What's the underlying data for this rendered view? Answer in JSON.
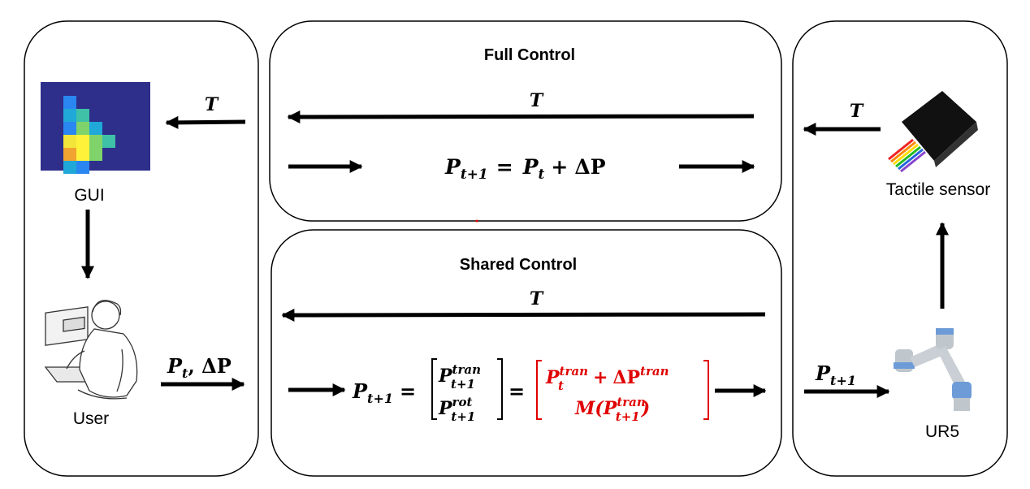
{
  "panels": {
    "left": {
      "gui_label": "GUI",
      "user_label": "User"
    },
    "full_control": {
      "title": "Full Control",
      "feedback_symbol": "T",
      "equation": {
        "lhs": "P",
        "lhs_sub": "t+1",
        "eq": "=",
        "rhs_p": "P",
        "rhs_sub": "t",
        "plus": "+",
        "delta": "ΔP"
      }
    },
    "shared_control": {
      "title": "Shared Control",
      "feedback_symbol": "T",
      "equation": {
        "lhs": "P",
        "lhs_sub": "t+1",
        "eq": "=",
        "vec_top_p": "P",
        "vec_top_sup": "tran",
        "vec_top_sub": "t+1",
        "vec_bot_p": "P",
        "vec_bot_sup": "rot",
        "vec_bot_sub": "t+1",
        "eq2": "=",
        "red_top_p": "P",
        "red_top_sup": "tran",
        "red_top_sub": "t",
        "red_top_plus": "+",
        "red_top_delta": "ΔP",
        "red_top_delta_sup": "tran",
        "red_bot_m": "M(",
        "red_bot_p": "P",
        "red_bot_sup": "tran",
        "red_bot_sub": "t+1",
        "red_bot_close": ")"
      }
    },
    "right": {
      "sensor_label": "Tactile sensor",
      "robot_label": "UR5"
    }
  },
  "arrows": {
    "to_gui": {
      "symbol": "T"
    },
    "user_to_control": {
      "p": "P",
      "sub": "t",
      "rest": ", ΔP"
    },
    "sensor_to_control": {
      "symbol": "T"
    },
    "control_to_ur5": {
      "p": "P",
      "sub": "t+1"
    }
  },
  "colors": {
    "highlight": "#e00000",
    "border": "#000000",
    "heatmap_bg": "#2d2f8a"
  },
  "heatmap": {
    "grid": [
      [
        0,
        2,
        0,
        0,
        0,
        0
      ],
      [
        0,
        3,
        4,
        0,
        0,
        0
      ],
      [
        0,
        2,
        5,
        3,
        0,
        0
      ],
      [
        0,
        6,
        7,
        5,
        4,
        0
      ],
      [
        0,
        8,
        7,
        5,
        0,
        0
      ],
      [
        0,
        3,
        2,
        0,
        0,
        0
      ]
    ],
    "palette": [
      "#2d2f8a",
      "#1f6fdd",
      "#2a86f0",
      "#20a8d8",
      "#3ec1a6",
      "#7fd36a",
      "#f4e53a",
      "#fff23a",
      "#f0a330"
    ]
  }
}
